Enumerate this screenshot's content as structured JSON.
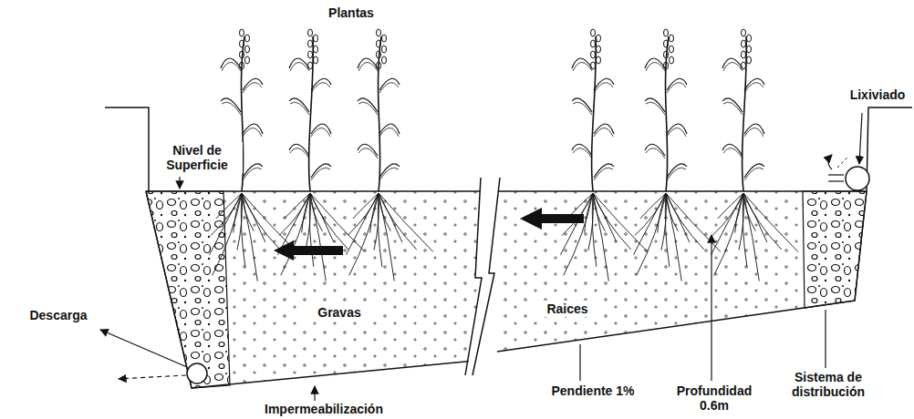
{
  "diagram": {
    "labels": [
      "Plantas",
      "Lixiviado",
      "Nivel de Superficie",
      "Descarga",
      "Gravas",
      "Raices",
      "Impermeabilización",
      "Pendiente 1%",
      "Profundidad 0.6m",
      "Sistema de distribución"
    ]
  }
}
